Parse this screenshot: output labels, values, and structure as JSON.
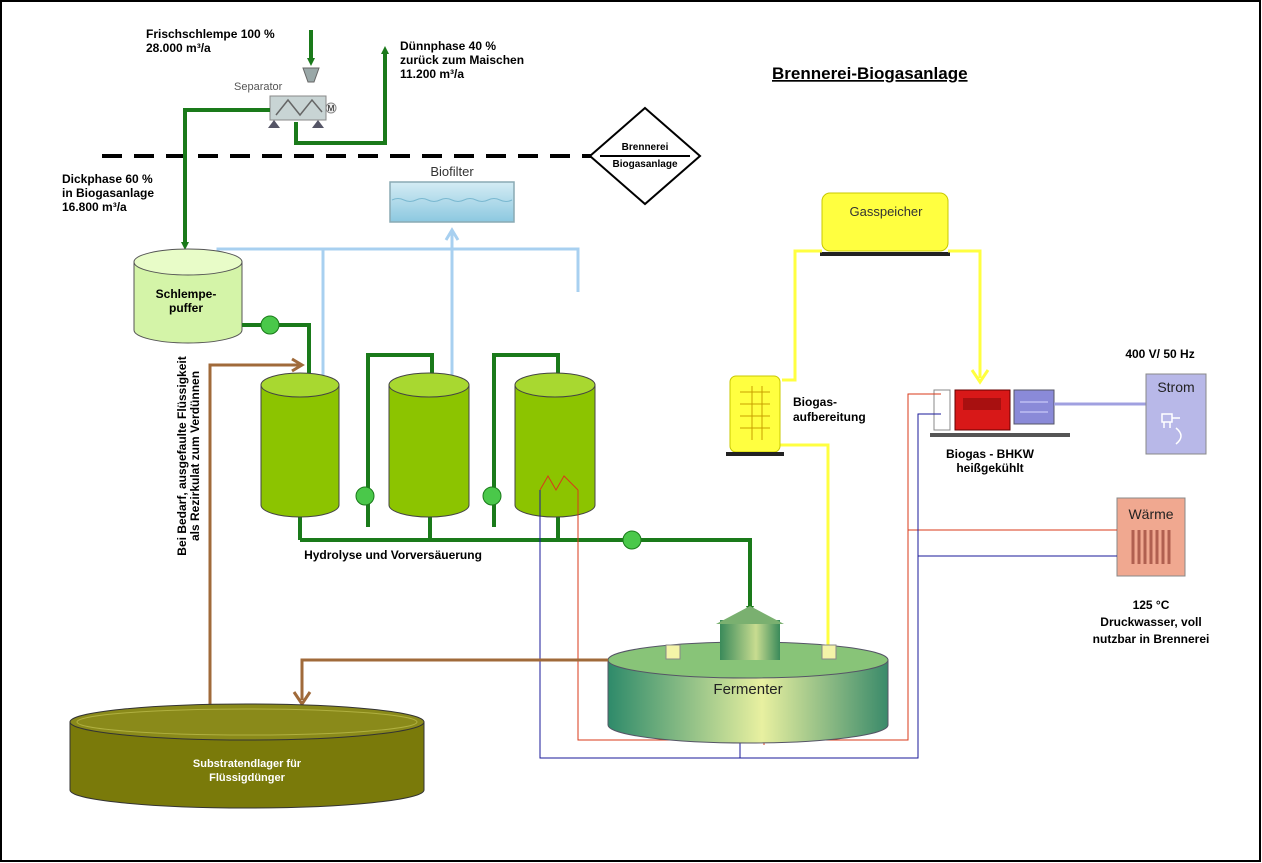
{
  "title": "Brennerei-Biogasanlage",
  "boundary": {
    "top": "Brennerei",
    "bottom": "Biogasanlage"
  },
  "inflow": {
    "line1": "Frischschlempe 100 %",
    "line2": "28.000 m³/a"
  },
  "thin_phase": {
    "line1": "Dünnphase 40 %",
    "line2": "zurück zum Maischen",
    "line3": "11.200 m³/a"
  },
  "thick_phase": {
    "line1": "Dickphase 60 %",
    "line2": "in Biogasanlage",
    "line3": "16.800 m³/a"
  },
  "separator": {
    "label": "Separator",
    "motor": "M"
  },
  "biofilter": {
    "label": "Biofilter"
  },
  "buffer": {
    "line1": "Schlempe-",
    "line2": "puffer"
  },
  "hydrolysis": {
    "label": "Hydrolyse und Vorversäuerung"
  },
  "gas_storage": {
    "label": "Gasspeicher"
  },
  "gas_treatment": {
    "line1": "Biogas-",
    "line2": "aufbereitung"
  },
  "chp": {
    "line1": "Biogas - BHKW",
    "line2": "heißgekühlt"
  },
  "voltage": {
    "label": "400 V/ 50 Hz"
  },
  "power": {
    "label": "Strom"
  },
  "heat": {
    "label": "Wärme"
  },
  "hot_water": {
    "line1": "125 °C",
    "line2": "Druckwasser, voll",
    "line3": "nutzbar in Brennerei"
  },
  "fermenter": {
    "label": "Fermenter"
  },
  "storage": {
    "line1": "Substratendlager für",
    "line2": "Flüssigdünger"
  },
  "recirculation": {
    "line1": "Bei Bedarf, ausgefaulte Flüssigkeit",
    "line2": "als Rezirkulat zum Verdünnen"
  },
  "colors": {
    "green_line": "#1a7a1a",
    "light_blue_line": "#a8d0f0",
    "yellow_line": "#ffff44",
    "brown_line": "#a06a3a",
    "red_line": "#d83a1a",
    "blue_line": "#1a1a9a",
    "tank_green": "#8cc400",
    "storage_olive": "#7a7a0a"
  }
}
